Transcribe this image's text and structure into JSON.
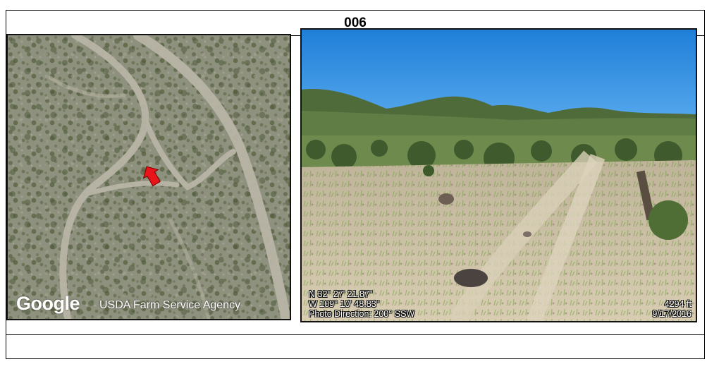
{
  "sheet": {
    "title": "006"
  },
  "map": {
    "logo": "Google",
    "credit": "USDA Farm Service Agency",
    "marker_icon": "location-arrow-icon",
    "marker_color": "#e8141a"
  },
  "photo": {
    "latitude": "N 32° 27' 21.87\"",
    "longitude": "W 109° 10' 48.83\"",
    "direction": "Photo Direction: 200° SSW",
    "elevation": "4294 ft",
    "date": "9/17/2016",
    "sky_color": "#2f8fe0"
  }
}
